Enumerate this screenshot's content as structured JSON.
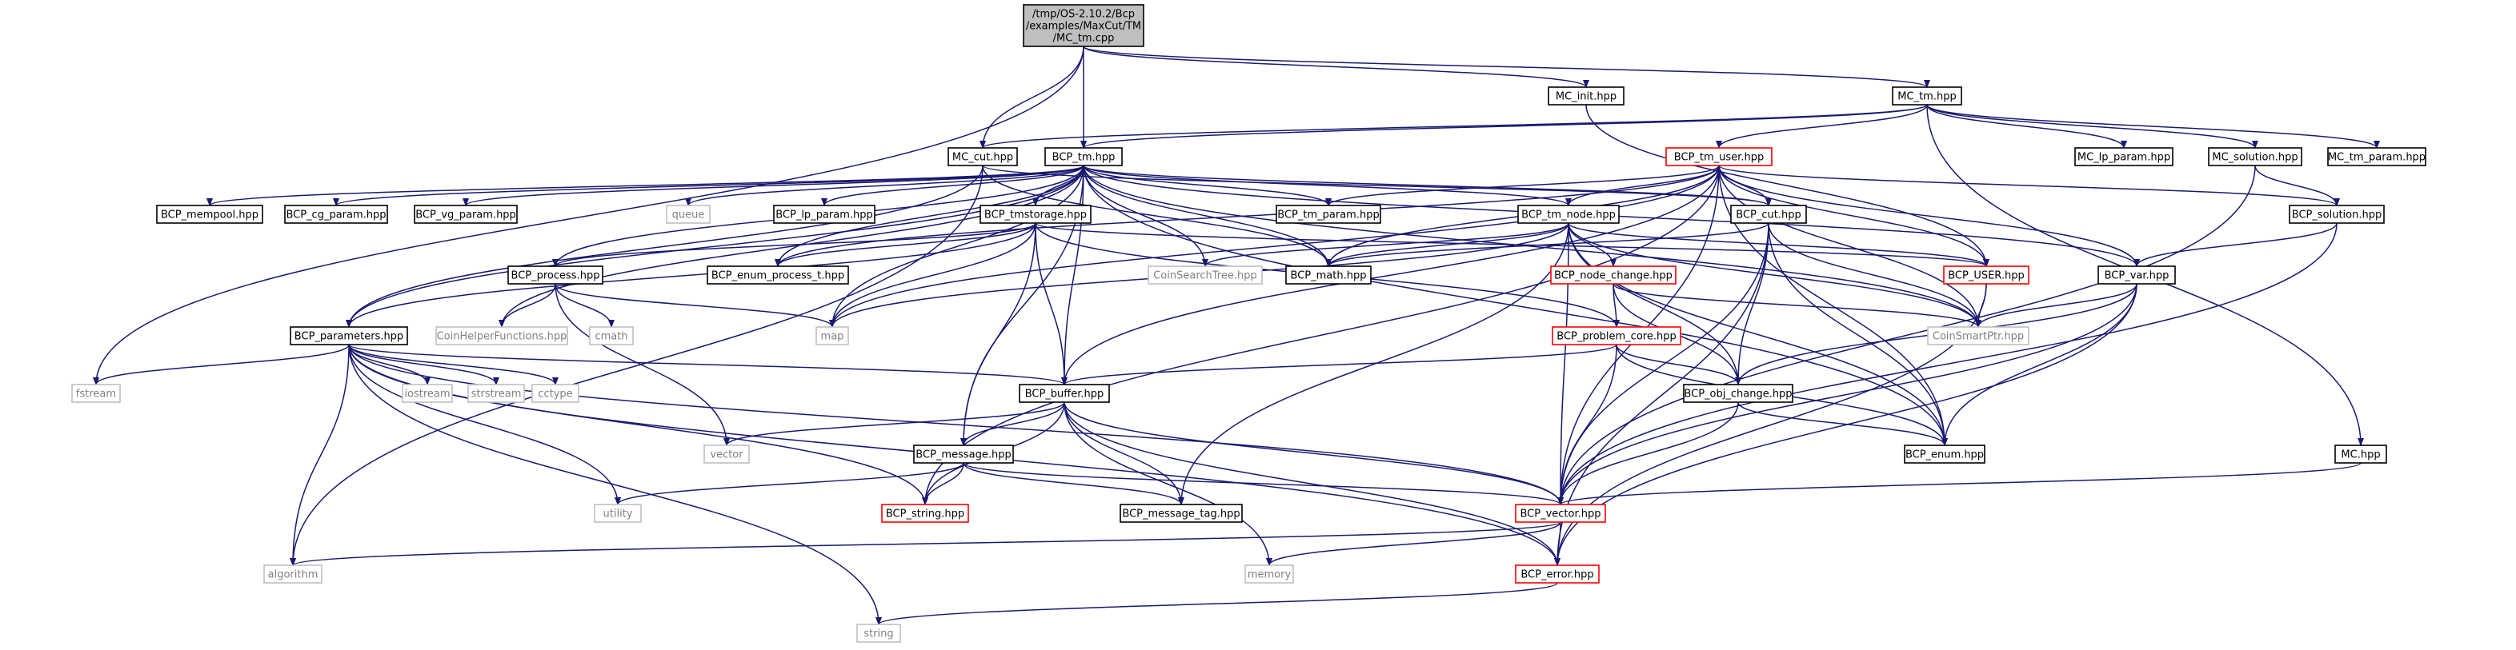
{
  "graph": {
    "colors": {
      "edge": "#191970",
      "edge_light": "#c0c0c0",
      "node_border": "#000000",
      "node_border_doc": "#ff0000",
      "node_border_ext": "#c0c0c0",
      "root_fill": "#bfbfbf",
      "node_fill": "#ffffff"
    },
    "nodes": [
      {
        "id": "root",
        "lines": [
          "/tmp/OS-2.10.2/Bcp",
          "/examples/MaxCut/TM",
          "/MC_tm.cpp"
        ],
        "style": "root"
      },
      {
        "id": "mc_init",
        "lines": [
          "MC_init.hpp"
        ],
        "style": "normal"
      },
      {
        "id": "mc_tm",
        "lines": [
          "MC_tm.hpp"
        ],
        "style": "normal"
      },
      {
        "id": "mc_cut",
        "lines": [
          "MC_cut.hpp"
        ],
        "style": "normal"
      },
      {
        "id": "bcp_tm",
        "lines": [
          "BCP_tm.hpp"
        ],
        "style": "normal"
      },
      {
        "id": "bcp_tm_user",
        "lines": [
          "BCP_tm_user.hpp"
        ],
        "style": "doc"
      },
      {
        "id": "mc_lp_param",
        "lines": [
          "MC_lp_param.hpp"
        ],
        "style": "normal"
      },
      {
        "id": "mc_solution",
        "lines": [
          "MC_solution.hpp"
        ],
        "style": "normal"
      },
      {
        "id": "mc_tm_param",
        "lines": [
          "MC_tm_param.hpp"
        ],
        "style": "normal"
      },
      {
        "id": "bcp_mempool",
        "lines": [
          "BCP_mempool.hpp"
        ],
        "style": "normal"
      },
      {
        "id": "bcp_cg_param",
        "lines": [
          "BCP_cg_param.hpp"
        ],
        "style": "normal"
      },
      {
        "id": "bcp_vg_param",
        "lines": [
          "BCP_vg_param.hpp"
        ],
        "style": "normal"
      },
      {
        "id": "queue",
        "lines": [
          "queue"
        ],
        "style": "ext"
      },
      {
        "id": "bcp_lp_param",
        "lines": [
          "BCP_lp_param.hpp"
        ],
        "style": "normal"
      },
      {
        "id": "bcp_tm_param",
        "lines": [
          "BCP_tm_param.hpp"
        ],
        "style": "normal"
      },
      {
        "id": "bcp_tm_node",
        "lines": [
          "BCP_tm_node.hpp"
        ],
        "style": "normal"
      },
      {
        "id": "bcp_cut",
        "lines": [
          "BCP_cut.hpp"
        ],
        "style": "normal"
      },
      {
        "id": "bcp_solution",
        "lines": [
          "BCP_solution.hpp"
        ],
        "style": "normal"
      },
      {
        "id": "bcp_tmstorage",
        "lines": [
          "BCP_tmstorage.hpp"
        ],
        "style": "normal"
      },
      {
        "id": "bcp_process",
        "lines": [
          "BCP_process.hpp"
        ],
        "style": "normal"
      },
      {
        "id": "bcp_enum_process_t",
        "lines": [
          "BCP_enum_process_t.hpp"
        ],
        "style": "normal"
      },
      {
        "id": "coinsearchtree",
        "lines": [
          "CoinSearchTree.hpp"
        ],
        "style": "ext"
      },
      {
        "id": "bcp_math",
        "lines": [
          "BCP_math.hpp"
        ],
        "style": "normal"
      },
      {
        "id": "bcp_user",
        "lines": [
          "BCP_USER.hpp"
        ],
        "style": "doc"
      },
      {
        "id": "bcp_var",
        "lines": [
          "BCP_var.hpp"
        ],
        "style": "normal"
      },
      {
        "id": "bcp_node_change",
        "lines": [
          "BCP_node_change.hpp"
        ],
        "style": "doc"
      },
      {
        "id": "bcp_parameters",
        "lines": [
          "BCP_parameters.hpp"
        ],
        "style": "normal"
      },
      {
        "id": "coinhelper",
        "lines": [
          "CoinHelperFunctions.hpp"
        ],
        "style": "ext"
      },
      {
        "id": "cmath",
        "lines": [
          "cmath"
        ],
        "style": "ext"
      },
      {
        "id": "map",
        "lines": [
          "map"
        ],
        "style": "ext"
      },
      {
        "id": "bcp_problem_core",
        "lines": [
          "BCP_problem_core.hpp"
        ],
        "style": "doc"
      },
      {
        "id": "coinsmartptr",
        "lines": [
          "CoinSmartPtr.hpp"
        ],
        "style": "ext"
      },
      {
        "id": "fstream",
        "lines": [
          "fstream"
        ],
        "style": "ext"
      },
      {
        "id": "iostream",
        "lines": [
          "iostream"
        ],
        "style": "ext"
      },
      {
        "id": "strstream",
        "lines": [
          "strstream"
        ],
        "style": "ext"
      },
      {
        "id": "cctype",
        "lines": [
          "cctype"
        ],
        "style": "ext"
      },
      {
        "id": "bcp_buffer",
        "lines": [
          "BCP_buffer.hpp"
        ],
        "style": "normal"
      },
      {
        "id": "bcp_obj_change",
        "lines": [
          "BCP_obj_change.hpp"
        ],
        "style": "normal"
      },
      {
        "id": "vector",
        "lines": [
          "vector"
        ],
        "style": "ext"
      },
      {
        "id": "bcp_enum",
        "lines": [
          "BCP_enum.hpp"
        ],
        "style": "normal"
      },
      {
        "id": "mc_hpp",
        "lines": [
          "MC.hpp"
        ],
        "style": "normal"
      },
      {
        "id": "bcp_message",
        "lines": [
          "BCP_message.hpp"
        ],
        "style": "normal"
      },
      {
        "id": "utility",
        "lines": [
          "utility"
        ],
        "style": "ext"
      },
      {
        "id": "bcp_string",
        "lines": [
          "BCP_string.hpp"
        ],
        "style": "doc"
      },
      {
        "id": "bcp_message_tag",
        "lines": [
          "BCP_message_tag.hpp"
        ],
        "style": "normal"
      },
      {
        "id": "bcp_vector",
        "lines": [
          "BCP_vector.hpp"
        ],
        "style": "doc"
      },
      {
        "id": "algorithm",
        "lines": [
          "algorithm"
        ],
        "style": "ext"
      },
      {
        "id": "memory",
        "lines": [
          "memory"
        ],
        "style": "ext"
      },
      {
        "id": "bcp_error",
        "lines": [
          "BCP_error.hpp"
        ],
        "style": "doc"
      },
      {
        "id": "string",
        "lines": [
          "string"
        ],
        "style": "ext"
      }
    ],
    "edges": [
      [
        "root",
        "mc_init"
      ],
      [
        "root",
        "mc_tm"
      ],
      [
        "root",
        "mc_cut"
      ],
      [
        "root",
        "bcp_tm"
      ],
      [
        "root",
        "fstream"
      ],
      [
        "mc_init",
        "bcp_user"
      ],
      [
        "mc_tm",
        "bcp_tm_user"
      ],
      [
        "mc_tm",
        "mc_lp_param"
      ],
      [
        "mc_tm",
        "mc_solution"
      ],
      [
        "mc_tm",
        "mc_tm_param"
      ],
      [
        "mc_tm",
        "mc_hpp"
      ],
      [
        "mc_tm",
        "mc_cut"
      ],
      [
        "mc_tm",
        "bcp_tm"
      ],
      [
        "mc_cut",
        "bcp_cut"
      ],
      [
        "mc_cut",
        "bcp_math"
      ],
      [
        "mc_cut",
        "algorithm"
      ],
      [
        "mc_cut",
        "bcp_parameters"
      ],
      [
        "bcp_tm",
        "bcp_mempool"
      ],
      [
        "bcp_tm",
        "bcp_cg_param"
      ],
      [
        "bcp_tm",
        "bcp_vg_param"
      ],
      [
        "bcp_tm",
        "queue"
      ],
      [
        "bcp_tm",
        "bcp_lp_param"
      ],
      [
        "bcp_tm",
        "bcp_tm_param"
      ],
      [
        "bcp_tm",
        "bcp_tm_node"
      ],
      [
        "bcp_tm",
        "bcp_cut"
      ],
      [
        "bcp_tm",
        "bcp_tmstorage"
      ],
      [
        "bcp_tm",
        "bcp_process"
      ],
      [
        "bcp_tm",
        "bcp_enum_process_t"
      ],
      [
        "bcp_tm",
        "bcp_math"
      ],
      [
        "bcp_tm",
        "bcp_buffer"
      ],
      [
        "bcp_tm",
        "bcp_parameters"
      ],
      [
        "bcp_tm",
        "coinsearchtree"
      ],
      [
        "bcp_tm",
        "map"
      ],
      [
        "bcp_tm",
        "bcp_var"
      ],
      [
        "bcp_tm",
        "coinsmartptr"
      ],
      [
        "bcp_tm",
        "coinhelper"
      ],
      [
        "bcp_tm",
        "bcp_message"
      ],
      [
        "bcp_tm",
        "bcp_enum"
      ],
      [
        "bcp_tm_user",
        "bcp_tm_param"
      ],
      [
        "bcp_tm_user",
        "bcp_tm_node"
      ],
      [
        "bcp_tm_user",
        "bcp_cut"
      ],
      [
        "bcp_tm_user",
        "bcp_user"
      ],
      [
        "bcp_tm_user",
        "bcp_var"
      ],
      [
        "bcp_tm_user",
        "bcp_solution"
      ],
      [
        "bcp_tm_user",
        "bcp_math"
      ],
      [
        "bcp_tm_user",
        "bcp_enum"
      ],
      [
        "bcp_tm_user",
        "bcp_vector"
      ],
      [
        "bcp_tm_user",
        "bcp_string"
      ],
      [
        "bcp_tm_user",
        "bcp_buffer"
      ],
      [
        "bcp_tm_user",
        "bcp_enum_process_t"
      ],
      [
        "bcp_tm_user",
        "map"
      ],
      [
        "bcp_tm_user",
        "coinsmartptr"
      ],
      [
        "mc_solution",
        "bcp_solution"
      ],
      [
        "mc_solution",
        "bcp_vector"
      ],
      [
        "bcp_solution",
        "bcp_var"
      ],
      [
        "bcp_solution",
        "bcp_vector"
      ],
      [
        "bcp_tm_node",
        "bcp_math"
      ],
      [
        "bcp_tm_node",
        "coinsearchtree"
      ],
      [
        "bcp_tm_node",
        "bcp_node_change"
      ],
      [
        "bcp_tm_node",
        "bcp_user"
      ],
      [
        "bcp_tm_node",
        "coinsmartptr"
      ],
      [
        "bcp_tm_node",
        "bcp_obj_change"
      ],
      [
        "bcp_tm_node",
        "bcp_vector"
      ],
      [
        "bcp_tm_node",
        "bcp_message_tag"
      ],
      [
        "bcp_tm_node",
        "map"
      ],
      [
        "bcp_tm_node",
        "bcp_enum"
      ],
      [
        "bcp_cut",
        "bcp_math"
      ],
      [
        "bcp_cut",
        "coinsmartptr"
      ],
      [
        "bcp_cut",
        "bcp_obj_change"
      ],
      [
        "bcp_cut",
        "bcp_enum"
      ],
      [
        "bcp_cut",
        "bcp_vector"
      ],
      [
        "bcp_cut",
        "bcp_error"
      ],
      [
        "bcp_tmstorage",
        "bcp_enum_process_t"
      ],
      [
        "bcp_tmstorage",
        "bcp_process"
      ],
      [
        "bcp_tmstorage",
        "bcp_parameters"
      ],
      [
        "bcp_tmstorage",
        "map"
      ],
      [
        "bcp_tmstorage",
        "bcp_buffer"
      ],
      [
        "bcp_tmstorage",
        "bcp_message"
      ],
      [
        "bcp_tmstorage",
        "bcp_problem_core"
      ],
      [
        "bcp_tmstorage",
        "bcp_user"
      ],
      [
        "bcp_process",
        "coinhelper"
      ],
      [
        "bcp_process",
        "cmath"
      ],
      [
        "bcp_process",
        "map"
      ],
      [
        "bcp_process",
        "vector"
      ],
      [
        "bcp_user",
        "coinsmartptr"
      ],
      [
        "bcp_user",
        "bcp_error"
      ],
      [
        "bcp_var",
        "coinsmartptr"
      ],
      [
        "bcp_var",
        "bcp_obj_change"
      ],
      [
        "bcp_var",
        "bcp_enum"
      ],
      [
        "bcp_var",
        "bcp_vector"
      ],
      [
        "bcp_var",
        "bcp_error"
      ],
      [
        "bcp_node_change",
        "bcp_problem_core"
      ],
      [
        "bcp_node_change",
        "bcp_obj_change"
      ],
      [
        "bcp_node_change",
        "coinsmartptr"
      ],
      [
        "bcp_problem_core",
        "bcp_buffer"
      ],
      [
        "bcp_problem_core",
        "bcp_obj_change"
      ],
      [
        "bcp_problem_core",
        "bcp_enum"
      ],
      [
        "bcp_problem_core",
        "bcp_vector"
      ],
      [
        "bcp_parameters",
        "fstream"
      ],
      [
        "bcp_parameters",
        "iostream"
      ],
      [
        "bcp_parameters",
        "strstream"
      ],
      [
        "bcp_parameters",
        "cctype"
      ],
      [
        "bcp_parameters",
        "bcp_buffer"
      ],
      [
        "bcp_parameters",
        "algorithm"
      ],
      [
        "bcp_parameters",
        "utility"
      ],
      [
        "bcp_parameters",
        "bcp_string"
      ],
      [
        "bcp_parameters",
        "string"
      ],
      [
        "bcp_parameters",
        "bcp_vector"
      ],
      [
        "bcp_parameters",
        "bcp_error"
      ],
      [
        "bcp_buffer",
        "vector"
      ],
      [
        "bcp_buffer",
        "bcp_message"
      ],
      [
        "bcp_buffer",
        "bcp_string"
      ],
      [
        "bcp_buffer",
        "bcp_message_tag"
      ],
      [
        "bcp_buffer",
        "bcp_vector"
      ],
      [
        "bcp_buffer",
        "memory"
      ],
      [
        "bcp_buffer",
        "bcp_error"
      ],
      [
        "bcp_obj_change",
        "bcp_enum"
      ],
      [
        "bcp_obj_change",
        "bcp_vector"
      ],
      [
        "mc_hpp",
        "bcp_vector"
      ],
      [
        "bcp_message",
        "utility"
      ],
      [
        "bcp_message",
        "bcp_string"
      ],
      [
        "bcp_message",
        "bcp_message_tag"
      ],
      [
        "bcp_message",
        "bcp_vector"
      ],
      [
        "bcp_vector",
        "algorithm"
      ],
      [
        "bcp_vector",
        "memory"
      ],
      [
        "bcp_vector",
        "bcp_error"
      ],
      [
        "bcp_error",
        "string"
      ]
    ]
  }
}
